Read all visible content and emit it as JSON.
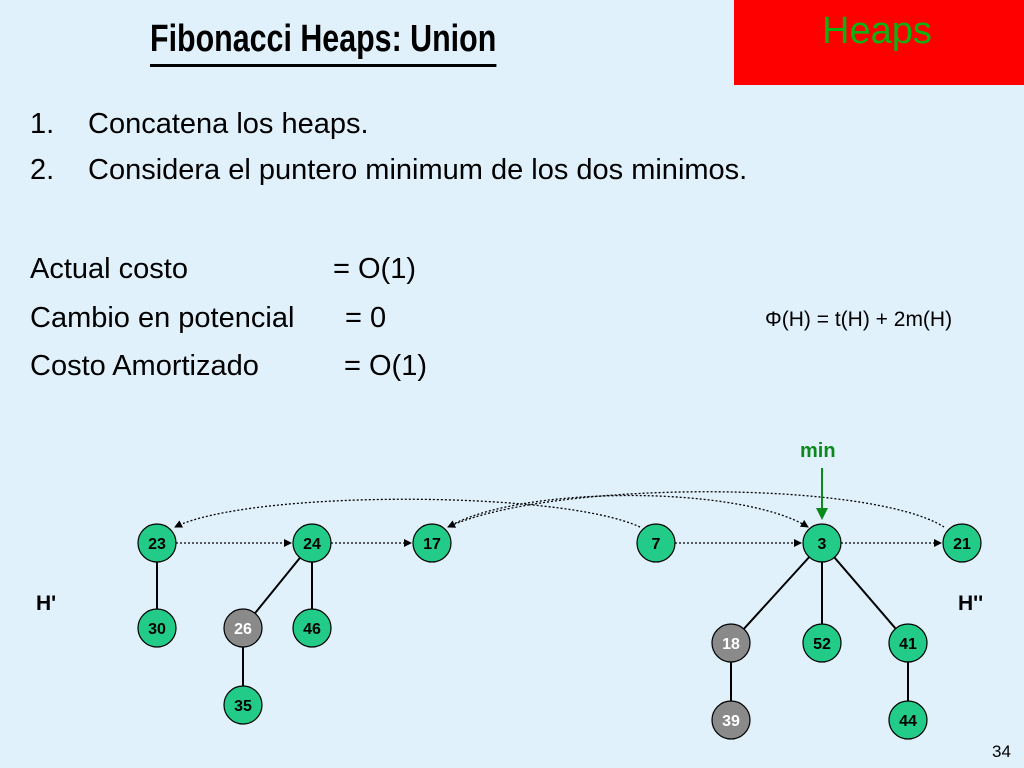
{
  "section_tag": "Heaps",
  "title": "Fibonacci Heaps: Union",
  "steps": [
    {
      "num": "1.",
      "text": "Concatena los heaps."
    },
    {
      "num": "2.",
      "text": "Considera el puntero minimum de los dos minimos."
    }
  ],
  "costs": [
    {
      "label": "Actual costo",
      "value": "= O(1)"
    },
    {
      "label": "Cambio en potencial",
      "value": "= 0"
    },
    {
      "label": "Costo Amortizado",
      "value": "= O(1)"
    }
  ],
  "potential_formula": "Φ(H) = t(H) + 2m(H)",
  "min_label": "min",
  "heap_labels": {
    "left": "H'",
    "right": "H''"
  },
  "page_number": "34",
  "colors": {
    "node": "#22cc88",
    "marked_node": "#8a8a8a",
    "min_arrow": "#0a8a1a",
    "tag_bg": "#ff0000"
  },
  "nodes": [
    {
      "key": "23",
      "marked": false
    },
    {
      "key": "24",
      "marked": false
    },
    {
      "key": "17",
      "marked": false
    },
    {
      "key": "7",
      "marked": false
    },
    {
      "key": "3",
      "marked": false
    },
    {
      "key": "21",
      "marked": false
    },
    {
      "key": "30",
      "marked": false
    },
    {
      "key": "26",
      "marked": true
    },
    {
      "key": "46",
      "marked": false
    },
    {
      "key": "35",
      "marked": false
    },
    {
      "key": "18",
      "marked": true
    },
    {
      "key": "52",
      "marked": false
    },
    {
      "key": "41",
      "marked": false
    },
    {
      "key": "39",
      "marked": true
    },
    {
      "key": "44",
      "marked": false
    }
  ],
  "root_list": [
    "23",
    "24",
    "17",
    "7",
    "3",
    "21"
  ],
  "tree_edges": [
    [
      "23",
      "30"
    ],
    [
      "24",
      "26"
    ],
    [
      "24",
      "46"
    ],
    [
      "26",
      "35"
    ],
    [
      "3",
      "18"
    ],
    [
      "3",
      "52"
    ],
    [
      "3",
      "41"
    ],
    [
      "18",
      "39"
    ],
    [
      "41",
      "44"
    ]
  ]
}
